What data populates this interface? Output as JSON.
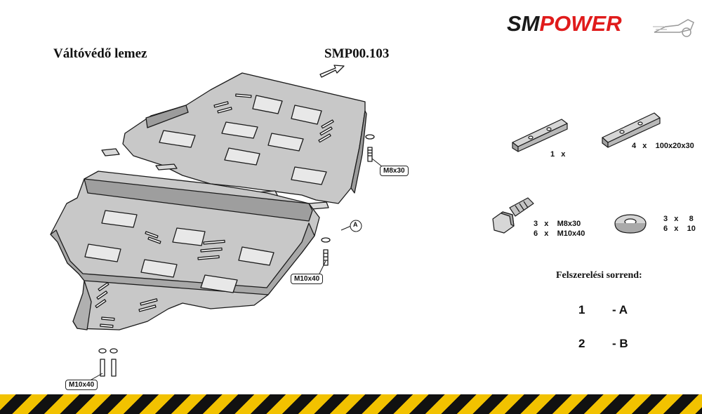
{
  "header": {
    "title": "Váltóvédő lemez",
    "product_code": "SMP00.103"
  },
  "logo": {
    "part1": "SM",
    "part2": "POWER",
    "brand_color": "#e01b1b"
  },
  "callouts": {
    "bolt_top": "M8x30",
    "bolt_middle": "M10x40",
    "bolt_bottom": "M10x40",
    "marker_a": "A"
  },
  "hardware": [
    {
      "qty_line": "1   x",
      "name": "flat-plate-small"
    },
    {
      "qty_line": "4   x    100x20x30",
      "name": "flat-plate-large"
    },
    {
      "qty_line": "3   x    M8x30\n6   x    M10x40",
      "name": "bolt"
    },
    {
      "qty_line": "3   x     8\n6   x    10",
      "name": "washer"
    }
  ],
  "sequence": {
    "title": "Felszerelési sorrend:",
    "steps": [
      {
        "num": "1",
        "label": "- A"
      },
      {
        "num": "2",
        "label": "- B"
      }
    ]
  },
  "colors": {
    "plate_fill": "#c9c9c9",
    "plate_stroke": "#1a1a1a",
    "warning_yellow": "#f2c200"
  }
}
